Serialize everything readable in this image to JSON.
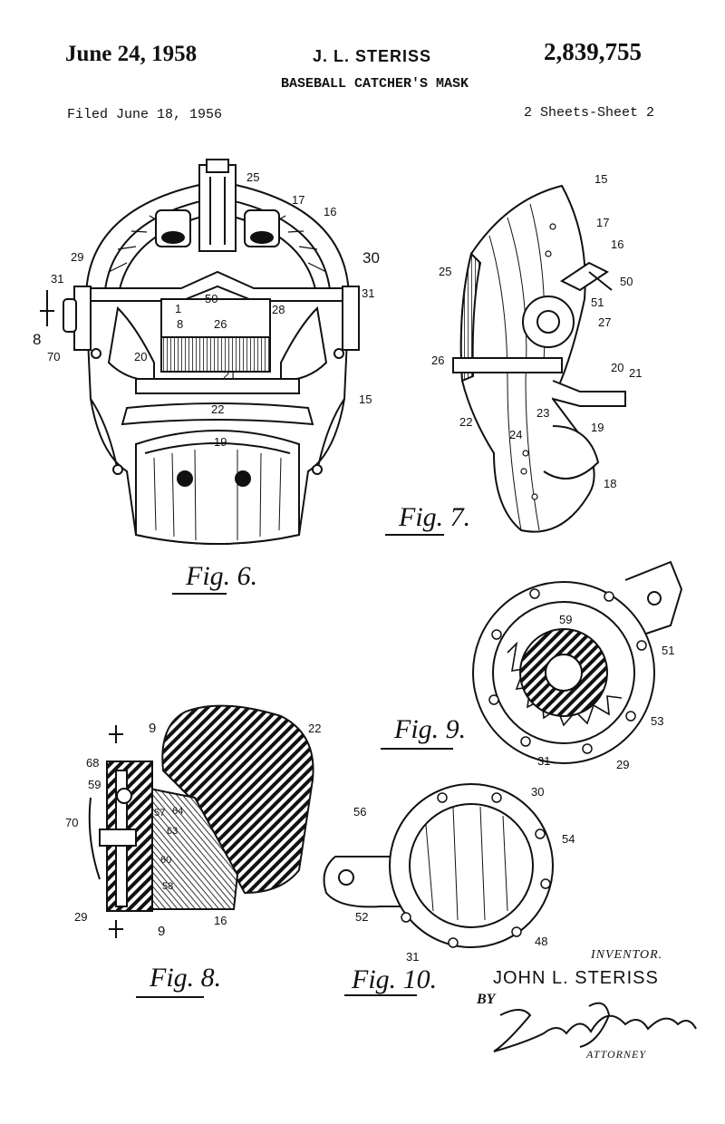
{
  "header": {
    "date": "June 24, 1958",
    "inventor_short": "J. L. STERISS",
    "patent_number": "2,839,755",
    "title": "BASEBALL CATCHER'S MASK",
    "filed": "Filed June 18, 1956",
    "sheets": "2 Sheets-Sheet 2"
  },
  "figures": {
    "fig6": {
      "caption": "Fig. 6.",
      "refs": [
        "25",
        "17",
        "16",
        "29",
        "30",
        "31",
        "31",
        "50",
        "1",
        "8",
        "26",
        "28",
        "8",
        "70",
        "20",
        "21",
        "15",
        "22",
        "19"
      ]
    },
    "fig7": {
      "caption": "Fig. 7.",
      "refs": [
        "15",
        "17",
        "16",
        "25",
        "50",
        "51",
        "27",
        "26",
        "20",
        "21",
        "22",
        "23",
        "19",
        "24",
        "18"
      ]
    },
    "fig8": {
      "caption": "Fig. 8.",
      "refs": [
        "9",
        "22",
        "68",
        "59",
        "57",
        "64",
        "63",
        "70",
        "60",
        "58",
        "29",
        "16",
        "9"
      ]
    },
    "fig9": {
      "caption": "Fig. 9.",
      "refs": [
        "59",
        "51",
        "53",
        "31",
        "29"
      ]
    },
    "fig10": {
      "caption": "Fig. 10.",
      "refs": [
        "30",
        "56",
        "54",
        "52",
        "48",
        "31"
      ]
    }
  },
  "footer": {
    "inventor_heading": "INVENTOR.",
    "inventor_name": "JOHN L. STERISS",
    "by": "BY",
    "signature": "Zoltan P. Holachek",
    "attorney": "ATTORNEY"
  }
}
